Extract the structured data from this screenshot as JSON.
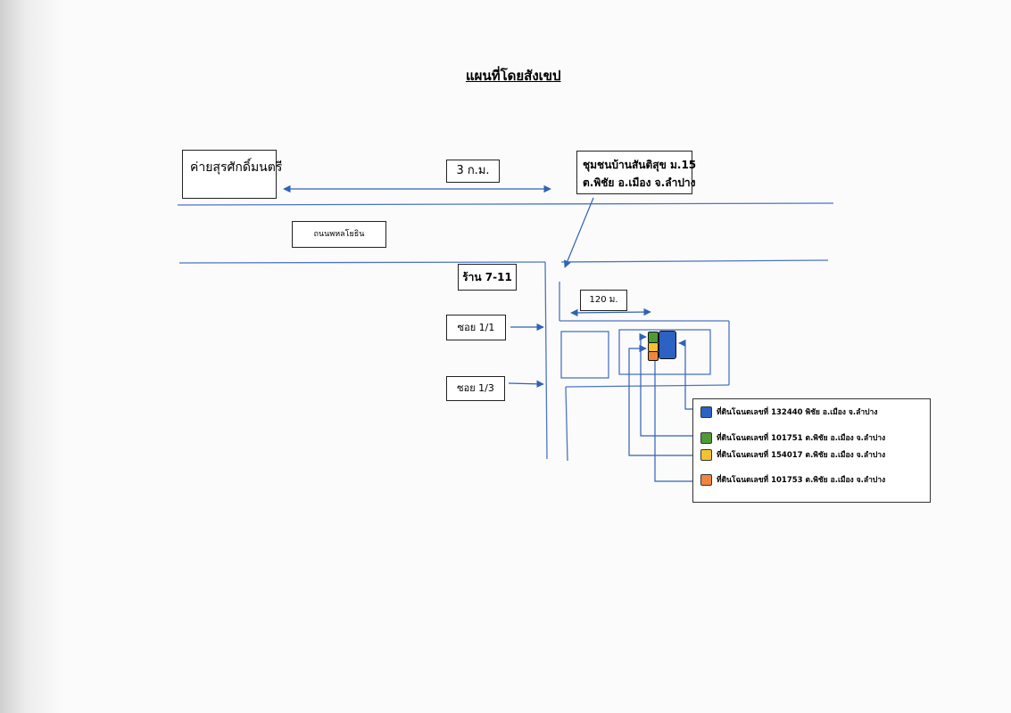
{
  "title": "แผนที่โดยสังเขป",
  "labels": {
    "camp": "ค่ายสุรศักดิ์มนตรี",
    "distance_3km": "3 ก.ม.",
    "community_line1": "ชุมชนบ้านสันติสุข ม.15",
    "community_line2": "ต.พิชัย อ.เมือง จ.ลำปาง",
    "road_name": "ถนนพหลโยธิน",
    "shop": "ร้าน 7-11",
    "distance_120m": "120 ม.",
    "soi_1_1": "ซอย 1/1",
    "soi_1_3": "ซอย 1/3"
  },
  "legend": [
    {
      "text": "ที่ดินโฉนดเลขที่ 132440 พิชัย อ.เมือง จ.ลำปาง",
      "color": "#2b62c4"
    },
    {
      "text": "ที่ดินโฉนดเลขที่ 101751  ต.พิชัย อ.เมือง จ.ลำปาง",
      "color": "#4f9a35"
    },
    {
      "text": "ที่ดินโฉนดเลขที่ 154017 ต.พิชัย อ.เมือง จ.ลำปาง",
      "color": "#f2c230"
    },
    {
      "text": "ที่ดินโฉนดเลขที่ 101753   ต.พิชัย อ.เมือง จ.ลำปาง",
      "color": "#ee8640"
    }
  ],
  "colors": {
    "road_line": "#4d74c4",
    "arrow": "#2f62b8"
  }
}
